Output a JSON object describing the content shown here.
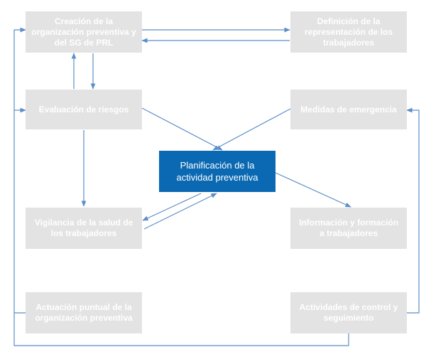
{
  "nodes": {
    "creacion": "Creación de la organización preventiva y del SG de PRL",
    "definicion": "Definición de la representación de los trabajadores",
    "evaluacion": "Evaluación de riesgos",
    "medidas": "Medidas de emergencia",
    "planificacion": "Planificación de la actividad preventiva",
    "vigilancia": "Vigilancia de la salud de los trabajadores",
    "informacion": "Información y formación a trabajadores",
    "actuacion": "Actuación puntual de la organización preventiva",
    "actividades": "Actividades de control y seguimiento"
  },
  "colors": {
    "box": "#e3e3e3",
    "box_text": "#ffffff",
    "center_box": "#0a69b2",
    "arrow": "#5b8fc7"
  }
}
